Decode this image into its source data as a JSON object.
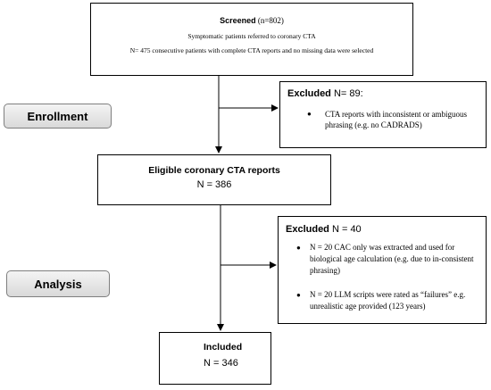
{
  "screened": {
    "label": "Screened",
    "count": "(n=802)",
    "line2": "Symptomatic patients referred to coronary CTA",
    "line3": "N= 475 consecutive patients with complete CTA reports and no missing data were selected"
  },
  "excluded_1": {
    "label": "Excluded",
    "count": " N= 89:",
    "items": [
      "CTA reports with inconsistent or ambiguous phrasing (e.g. no CADRADS)"
    ]
  },
  "eligible": {
    "title": "Eligible coronary CTA reports",
    "count": "N = 386"
  },
  "excluded_2": {
    "label": "Excluded",
    "count": " N = 40",
    "items": [
      "N = 20 CAC only was extracted and used for biological age calculation (e.g. due to in-consistent phrasing)",
      "N = 20 LLM scripts were rated as “failures” e.g. unrealistic age provided (123 years)"
    ]
  },
  "included": {
    "title": "Included",
    "count": "N = 346"
  },
  "stages": {
    "enrollment": "Enrollment",
    "analysis": "Analysis"
  }
}
